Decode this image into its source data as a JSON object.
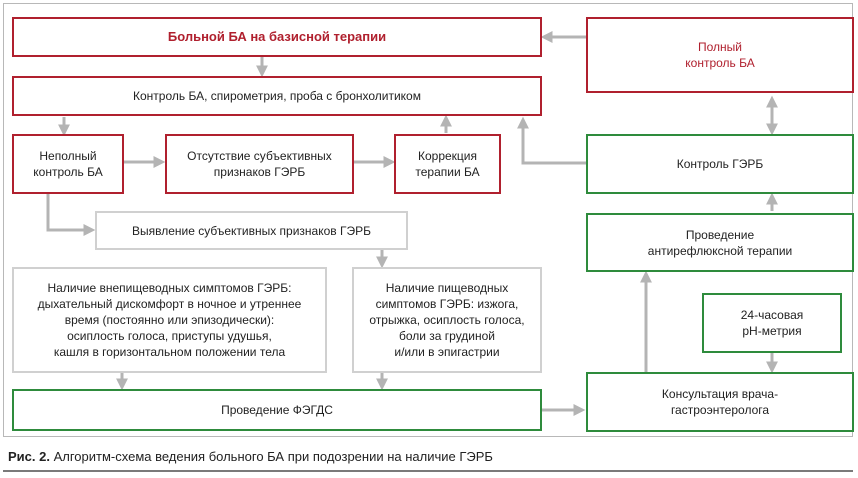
{
  "boxes": {
    "patient_basic_therapy": "Больной БА на базисной терапии",
    "full_control": "Полный\nконтроль БА",
    "control_spirometry": "Контроль БА, спирометрия, проба с бронхолитиком",
    "incomplete_control": "Неполный\nконтроль БА",
    "no_subjective_signs": "Отсутствие субъективных\nпризнаков ГЭРБ",
    "therapy_correction": "Коррекция\nтерапии БА",
    "gerd_control": "Контроль ГЭРБ",
    "detect_subjective_signs": "Выявление субъективных признаков ГЭРБ",
    "antireflux_therapy": "Проведение\nантирефлюксной терапии",
    "extraesophageal": "Наличие внепищеводных симптомов ГЭРБ:\nдыхательный дискомфорт в ночное и утреннее\nвремя (постоянно или эпизодически):\nосиплость голоса, приступы удушья,\nкашля в горизонтальном положении тела",
    "esophageal": "Наличие пищеводных\nсимптомов ГЭРБ: изжога,\nотрыжка, осиплость голоса,\nболи за грудиной\nи/или в эпигастрии",
    "ph_metry": "24-часовая\npH-метрия",
    "fegds": "Проведение ФЭГДС",
    "gastro_consult": "Консультация врача-\nгастроэнтеролога"
  },
  "caption": {
    "label": "Рис. 2.",
    "text": " Алгоритм-схема ведения больного БА при подозрении на наличие ГЭРБ"
  },
  "colors": {
    "red": "#b0202e",
    "green": "#2e8b3c",
    "gray_border": "#d0d0d0",
    "arrow": "#b4b4b4"
  }
}
